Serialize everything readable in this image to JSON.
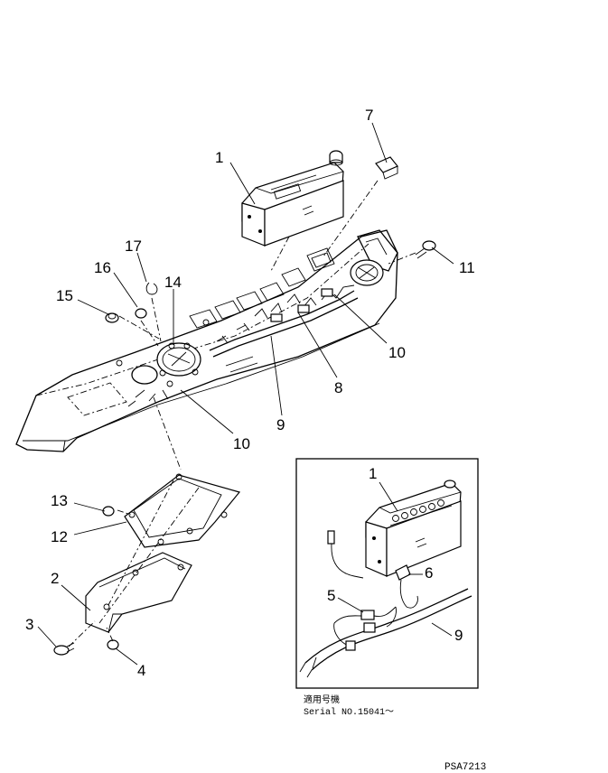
{
  "callouts": {
    "c1": "1",
    "c7": "7",
    "c17": "17",
    "c16": "16",
    "c15": "15",
    "c14": "14",
    "c11": "11",
    "c10a": "10",
    "c10b": "10",
    "c8": "8",
    "c9": "9",
    "c13": "13",
    "c12": "12",
    "c2": "2",
    "c3": "3",
    "c4": "4",
    "i1": "1",
    "i5": "5",
    "i6": "6",
    "i9": "9"
  },
  "inset": {
    "caption_jp": "適用号機",
    "caption_serial": "Serial NO.15041～"
  },
  "figure_code": "PSA7213"
}
